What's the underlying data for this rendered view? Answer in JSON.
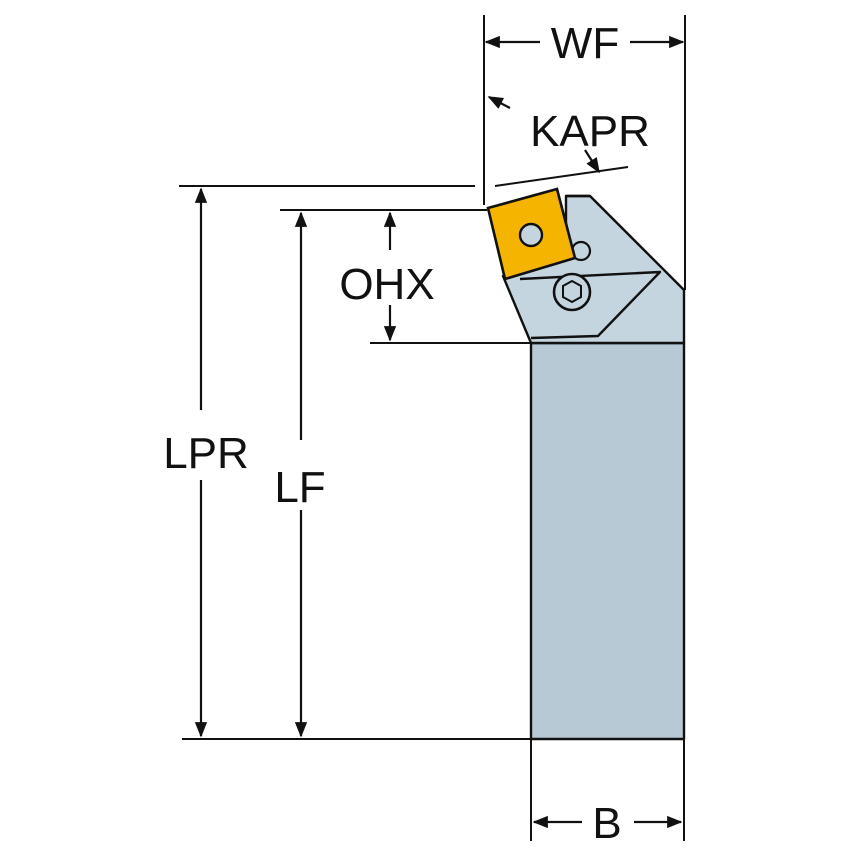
{
  "dimensions": {
    "wf": "WF",
    "kapr": "KAPR",
    "ohx": "OHX",
    "lpr": "LPR",
    "lf": "LF",
    "b": "B"
  },
  "colors": {
    "shank": "#b7c9d5",
    "head": "#c5d5df",
    "insert": "#f4b400",
    "line": "#111111"
  }
}
